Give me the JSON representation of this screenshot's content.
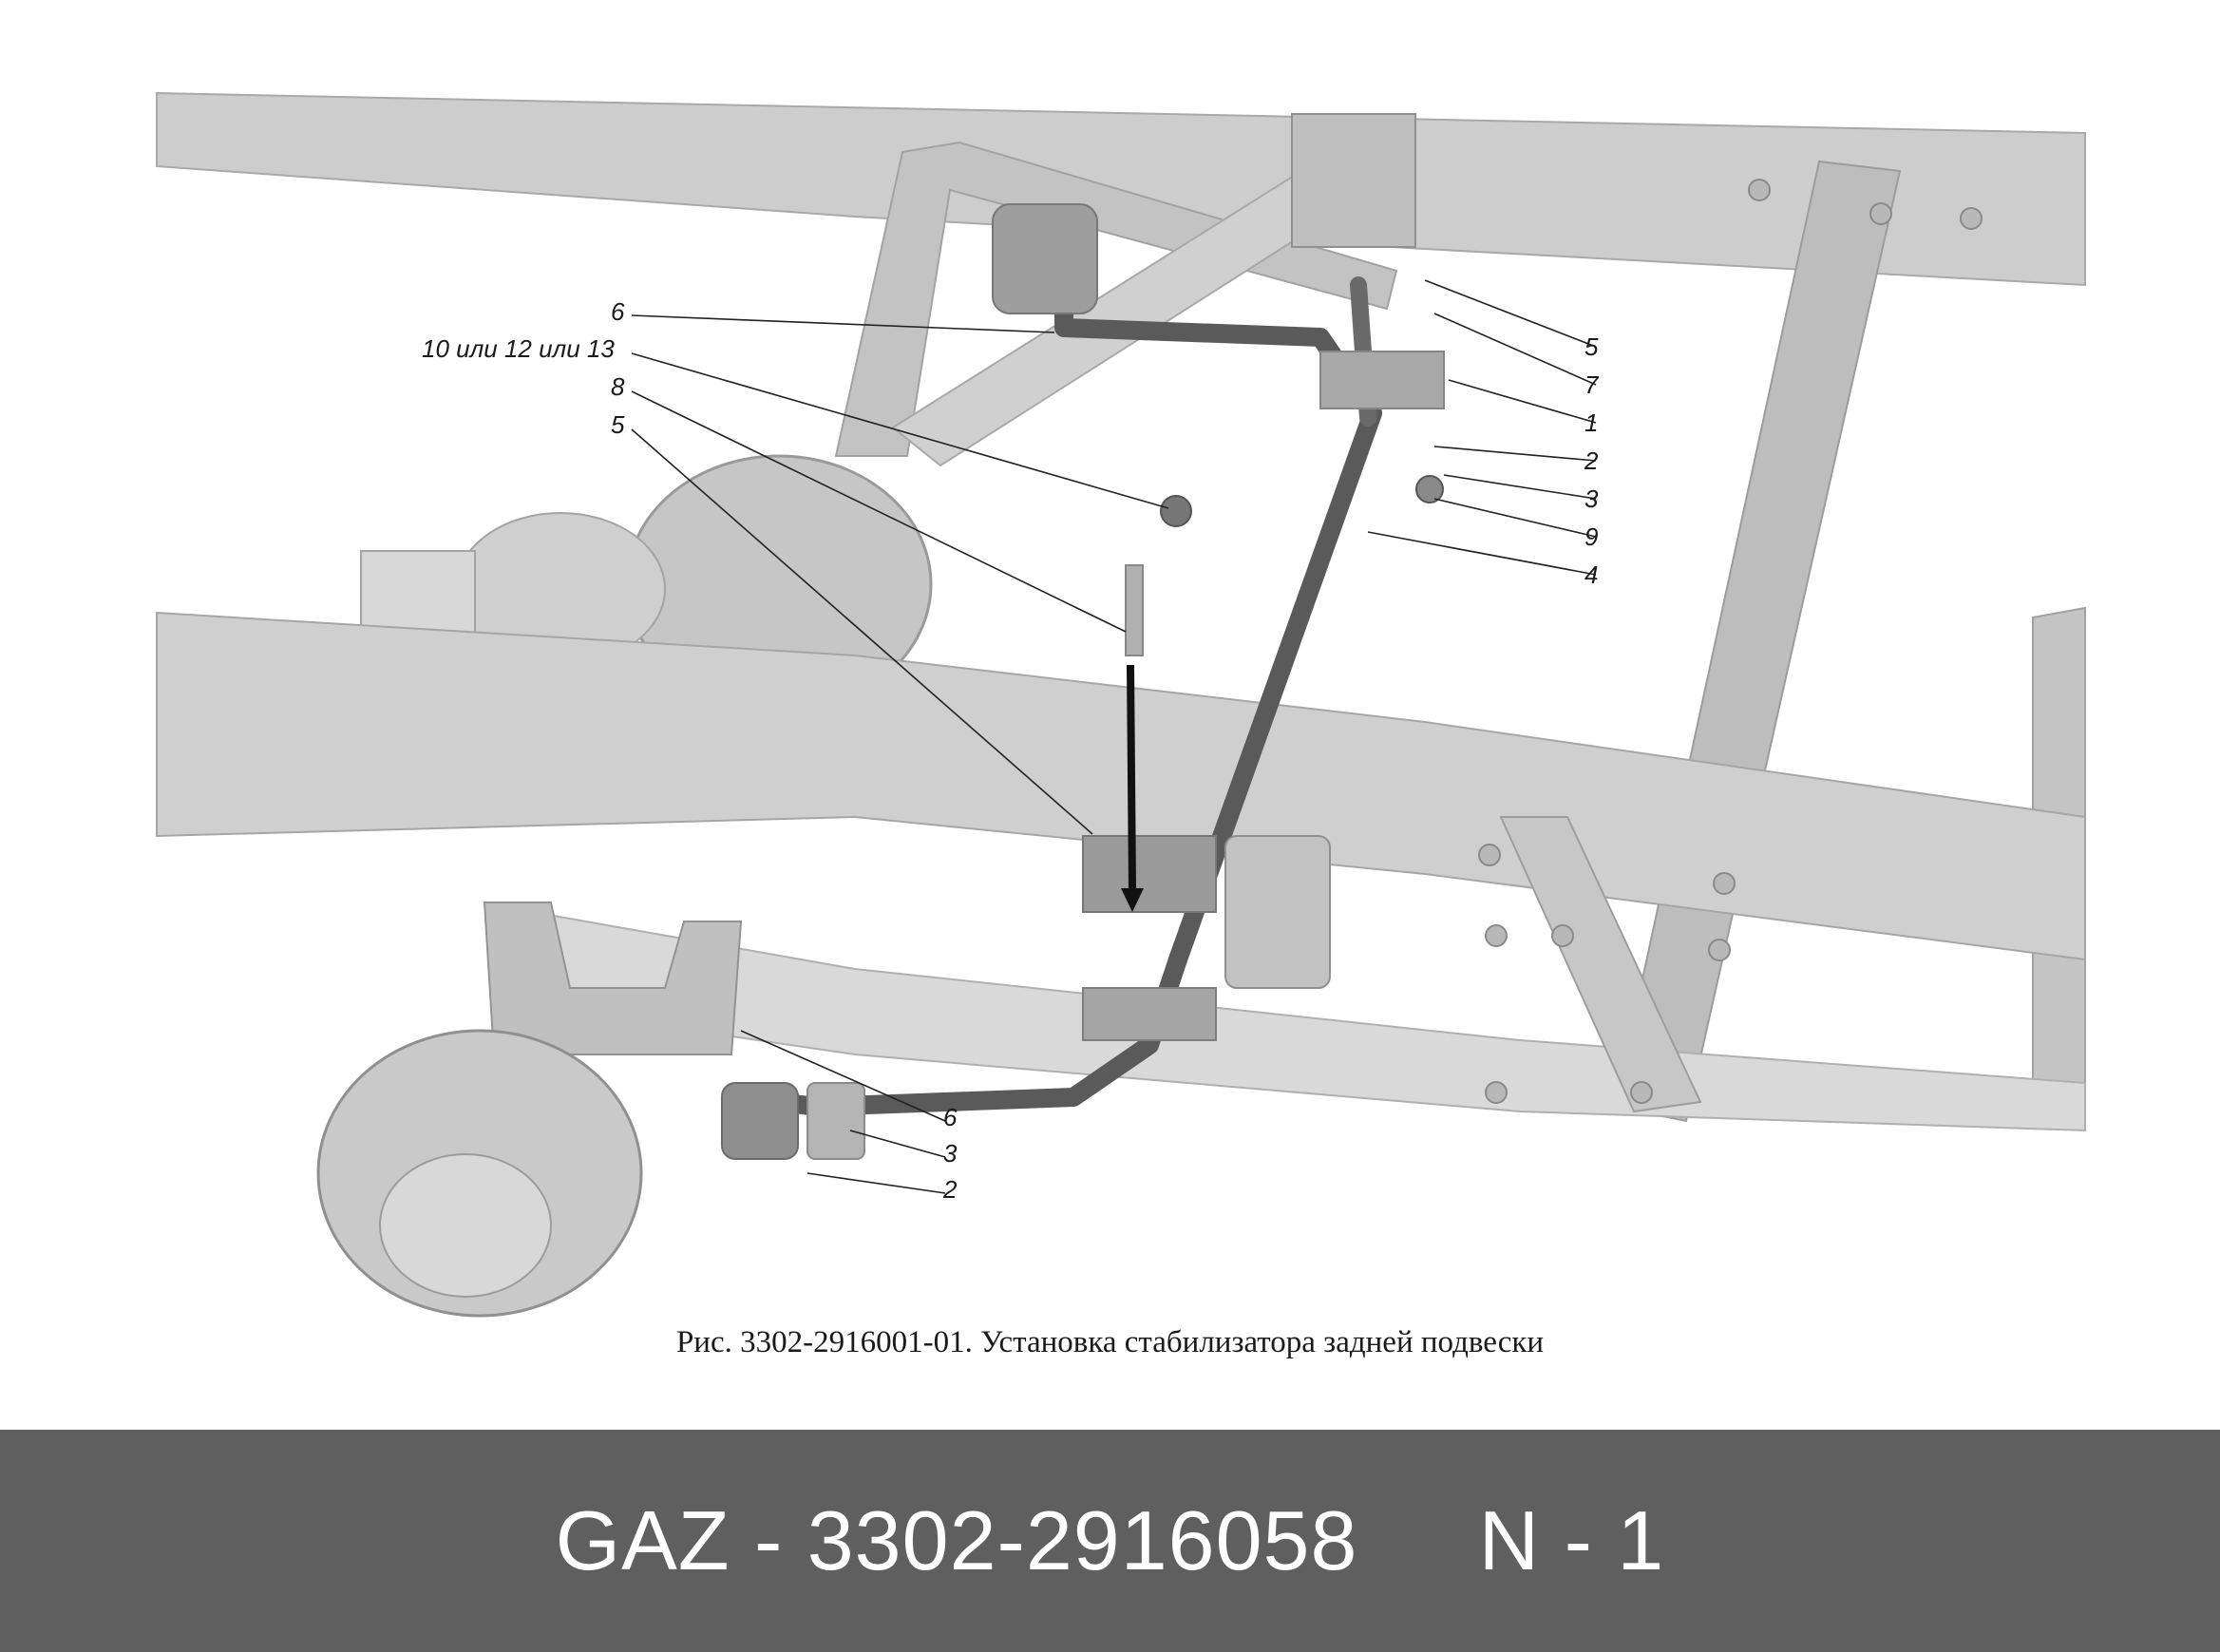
{
  "diagram": {
    "callouts": {
      "c6_top": "6",
      "c10": "10 или 12 или 13",
      "c8": "8",
      "c5_left": "5",
      "c5_right": "5",
      "c7": "7",
      "c1": "1",
      "c2_right": "2",
      "c3_right": "3",
      "c9": "9",
      "c4": "4",
      "c6_bottom": "6",
      "c3_bottom": "3",
      "c2_bottom": "2"
    },
    "caption": "Рис. 3302-2916001-01. Установка стабилизатора задней подвески"
  },
  "banner": {
    "text": "GAZ - 3302-2916058     N - 1"
  },
  "colors": {
    "banner_background": "#5f5f5f",
    "banner_text": "#ffffff",
    "frame_fill": "#c8c8c8",
    "stabilizer_bar": "#555555"
  }
}
